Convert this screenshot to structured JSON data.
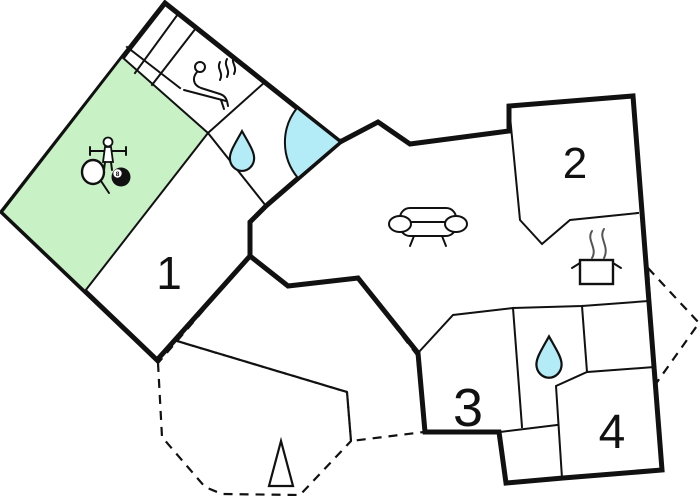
{
  "floorplan": {
    "type": "holiday-home-floor-plan",
    "rooms": [
      {
        "id": "room-1",
        "label": "1"
      },
      {
        "id": "room-2",
        "label": "2"
      },
      {
        "id": "room-3",
        "label": "3"
      },
      {
        "id": "room-4",
        "label": "4"
      }
    ],
    "billiard_ball_number": "8",
    "icons": [
      "stairs-grid-icon",
      "sauna-person-icon",
      "steam-icon",
      "water-drop-icon",
      "corner-pool-icon",
      "table-tennis-paddle-icon",
      "foosball-player-icon",
      "billiard-ball-icon",
      "sofa-icon",
      "cooking-pot-icon",
      "tree-icon"
    ],
    "colors": {
      "activity_room": "#c9f1c6",
      "water": "#b3ecf7",
      "terrace": "#b9b9b9",
      "plot": "#e9e9e9",
      "wall": "#111111",
      "background": "#ffffff"
    }
  }
}
